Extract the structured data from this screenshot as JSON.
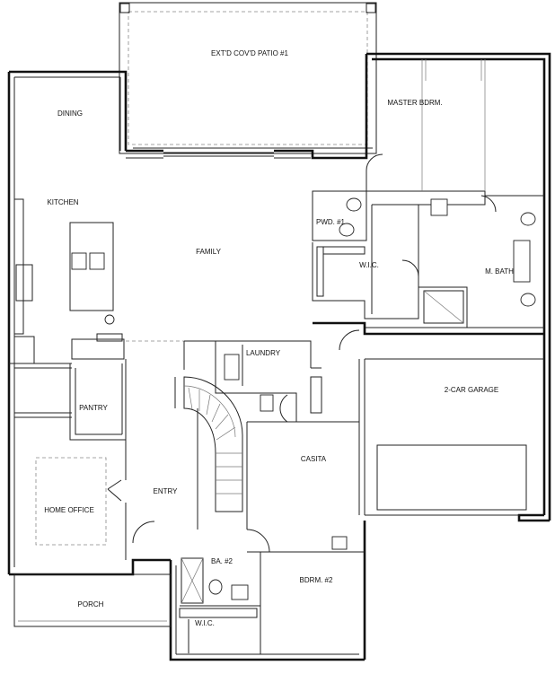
{
  "plan": {
    "rooms": {
      "patio": "EXT'D COV'D PATIO #1",
      "master": "MASTER BDRM.",
      "dining": "DINING",
      "kitchen": "KITCHEN",
      "family": "FAMILY",
      "pwd": "PWD. #1",
      "wic_master": "W.I.C.",
      "mbath": "M. BATH",
      "laundry": "LAUNDRY",
      "garage": "2-CAR GARAGE",
      "pantry": "PANTRY",
      "casita": "CASITA",
      "home_office": "HOME OFFICE",
      "entry": "ENTRY",
      "ba2": "BA. #2",
      "bdrm2": "BDRM. #2",
      "porch": "PORCH",
      "wic_bdrm2": "W.I.C."
    }
  }
}
